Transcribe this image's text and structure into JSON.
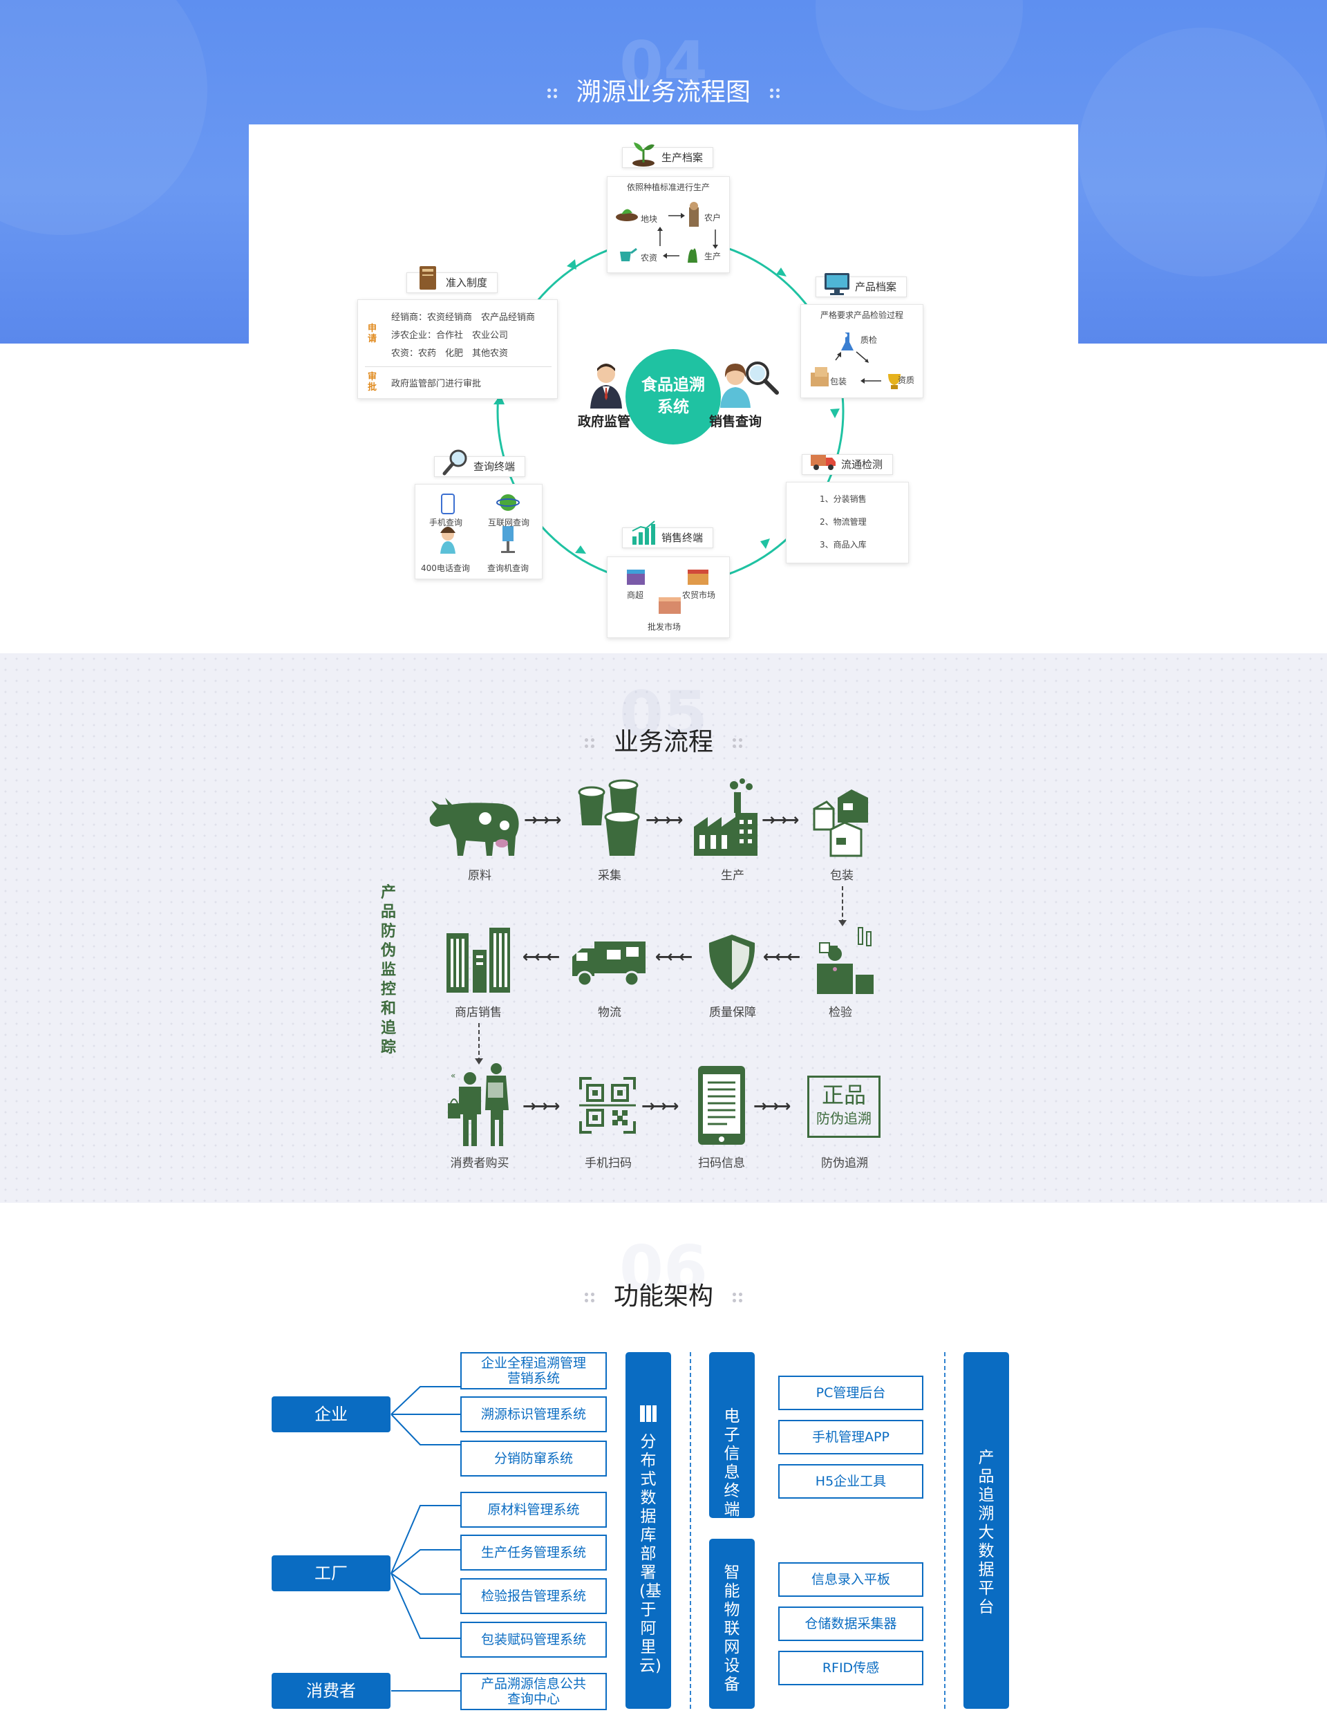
{
  "section1": {
    "number": "04",
    "title": "溯源业务流程图",
    "center": {
      "line1": "食品追溯",
      "line2": "系统"
    },
    "left_role": "政府监管",
    "right_role": "销售查询",
    "production_archive": {
      "tag": "生产档案",
      "caption": "依照种植标准进行生产",
      "items": [
        "地块",
        "农户",
        "农资",
        "生产"
      ]
    },
    "product_archive": {
      "tag": "产品档案",
      "caption": "严格要求产品检验过程",
      "items": [
        "质检",
        "包装",
        "资质"
      ]
    },
    "circulation": {
      "tag": "流通检测",
      "items": [
        "1、分装销售",
        "2、物流管理",
        "3、商品入库"
      ]
    },
    "sales_terminal": {
      "tag": "销售终端",
      "items": [
        "商超",
        "农贸市场",
        "批发市场"
      ]
    },
    "query_terminal": {
      "tag": "查询终端",
      "items": [
        "手机查询",
        "互联网查询",
        "400电话查询",
        "查询机查询"
      ]
    },
    "access": {
      "tag": "准入制度",
      "apply_label": "申请",
      "apply_lines": [
        "经销商：农资经销商　农产品经销商",
        "涉农企业：合作社　农业公司",
        "农资：农药　化肥　其他农资"
      ],
      "approve_label": "审批",
      "approve_line": "政府监管部门进行审批"
    }
  },
  "section2": {
    "number": "05",
    "title": "业务流程",
    "side_label": "产品防伪监控和追踪",
    "row1": [
      "原料",
      "采集",
      "生产",
      "包装"
    ],
    "row2": [
      "商店销售",
      "物流",
      "质量保障",
      "检验"
    ],
    "row3": [
      "消费者购买",
      "手机扫码",
      "扫码信息",
      "防伪追溯"
    ],
    "stamp": {
      "line1": "正品",
      "line2": "防伪追溯"
    }
  },
  "section3": {
    "number": "06",
    "title": "功能架构",
    "entities": [
      "企业",
      "工厂",
      "消费者"
    ],
    "systems": [
      "企业全程追溯管理营销系统",
      "溯源标识管理系统",
      "分销防窜系统",
      "原材料管理系统",
      "生产任务管理系统",
      "检验报告管理系统",
      "包装赋码管理系统",
      "产品溯源信息公共查询中心"
    ],
    "database": "分布式数据库部署(基于阿里云)",
    "terminal_group": "电子信息终端",
    "iot_group": "智能物联网设备",
    "terminals": [
      "PC管理后台",
      "手机管理APP",
      "H5企业工具"
    ],
    "devices": [
      "信息录入平板",
      "仓储数据采集器",
      "RFID传感"
    ],
    "platform": "产品追溯大数据平台"
  },
  "colors": {
    "banner": "#5e8ff0",
    "teal": "#1fc2a2",
    "green_icon": "#3d6b3d",
    "arch_blue": "#0a6cc2"
  }
}
